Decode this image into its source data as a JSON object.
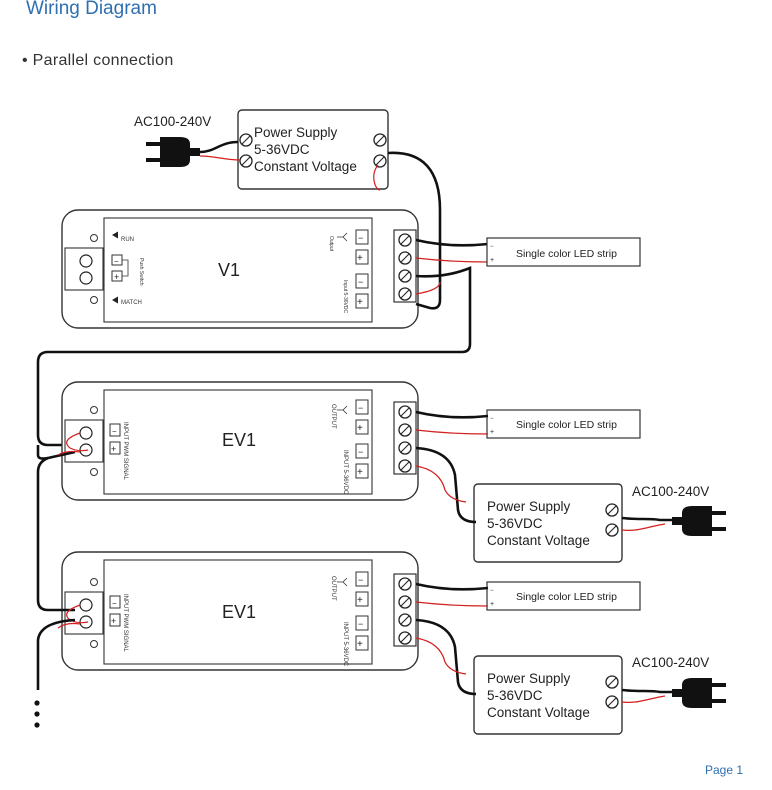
{
  "title": "Wiring Diagram",
  "section": "• Parallel connection",
  "page_label": "Page 1",
  "ac_label": "AC100-240V",
  "power_supply": {
    "line1": "Power Supply",
    "line2": "5-36VDC",
    "line3": "Constant Voltage"
  },
  "led_strip_label": "Single color LED strip",
  "v1": {
    "name": "V1",
    "run": "RUN",
    "match": "MATCH",
    "push_switch": "Push Switch",
    "output": "Output",
    "input": "Input 5-36VDC"
  },
  "ev1": {
    "name": "EV1",
    "signal": "INPUT PWM SIGNAL",
    "output": "OUTPUT",
    "input": "INPUT 5-36VDC"
  },
  "symbols": {
    "minus": "−",
    "plus": "+"
  },
  "colors": {
    "title": "#2f6fb0",
    "wire": "#111111",
    "red": "#d42020"
  }
}
